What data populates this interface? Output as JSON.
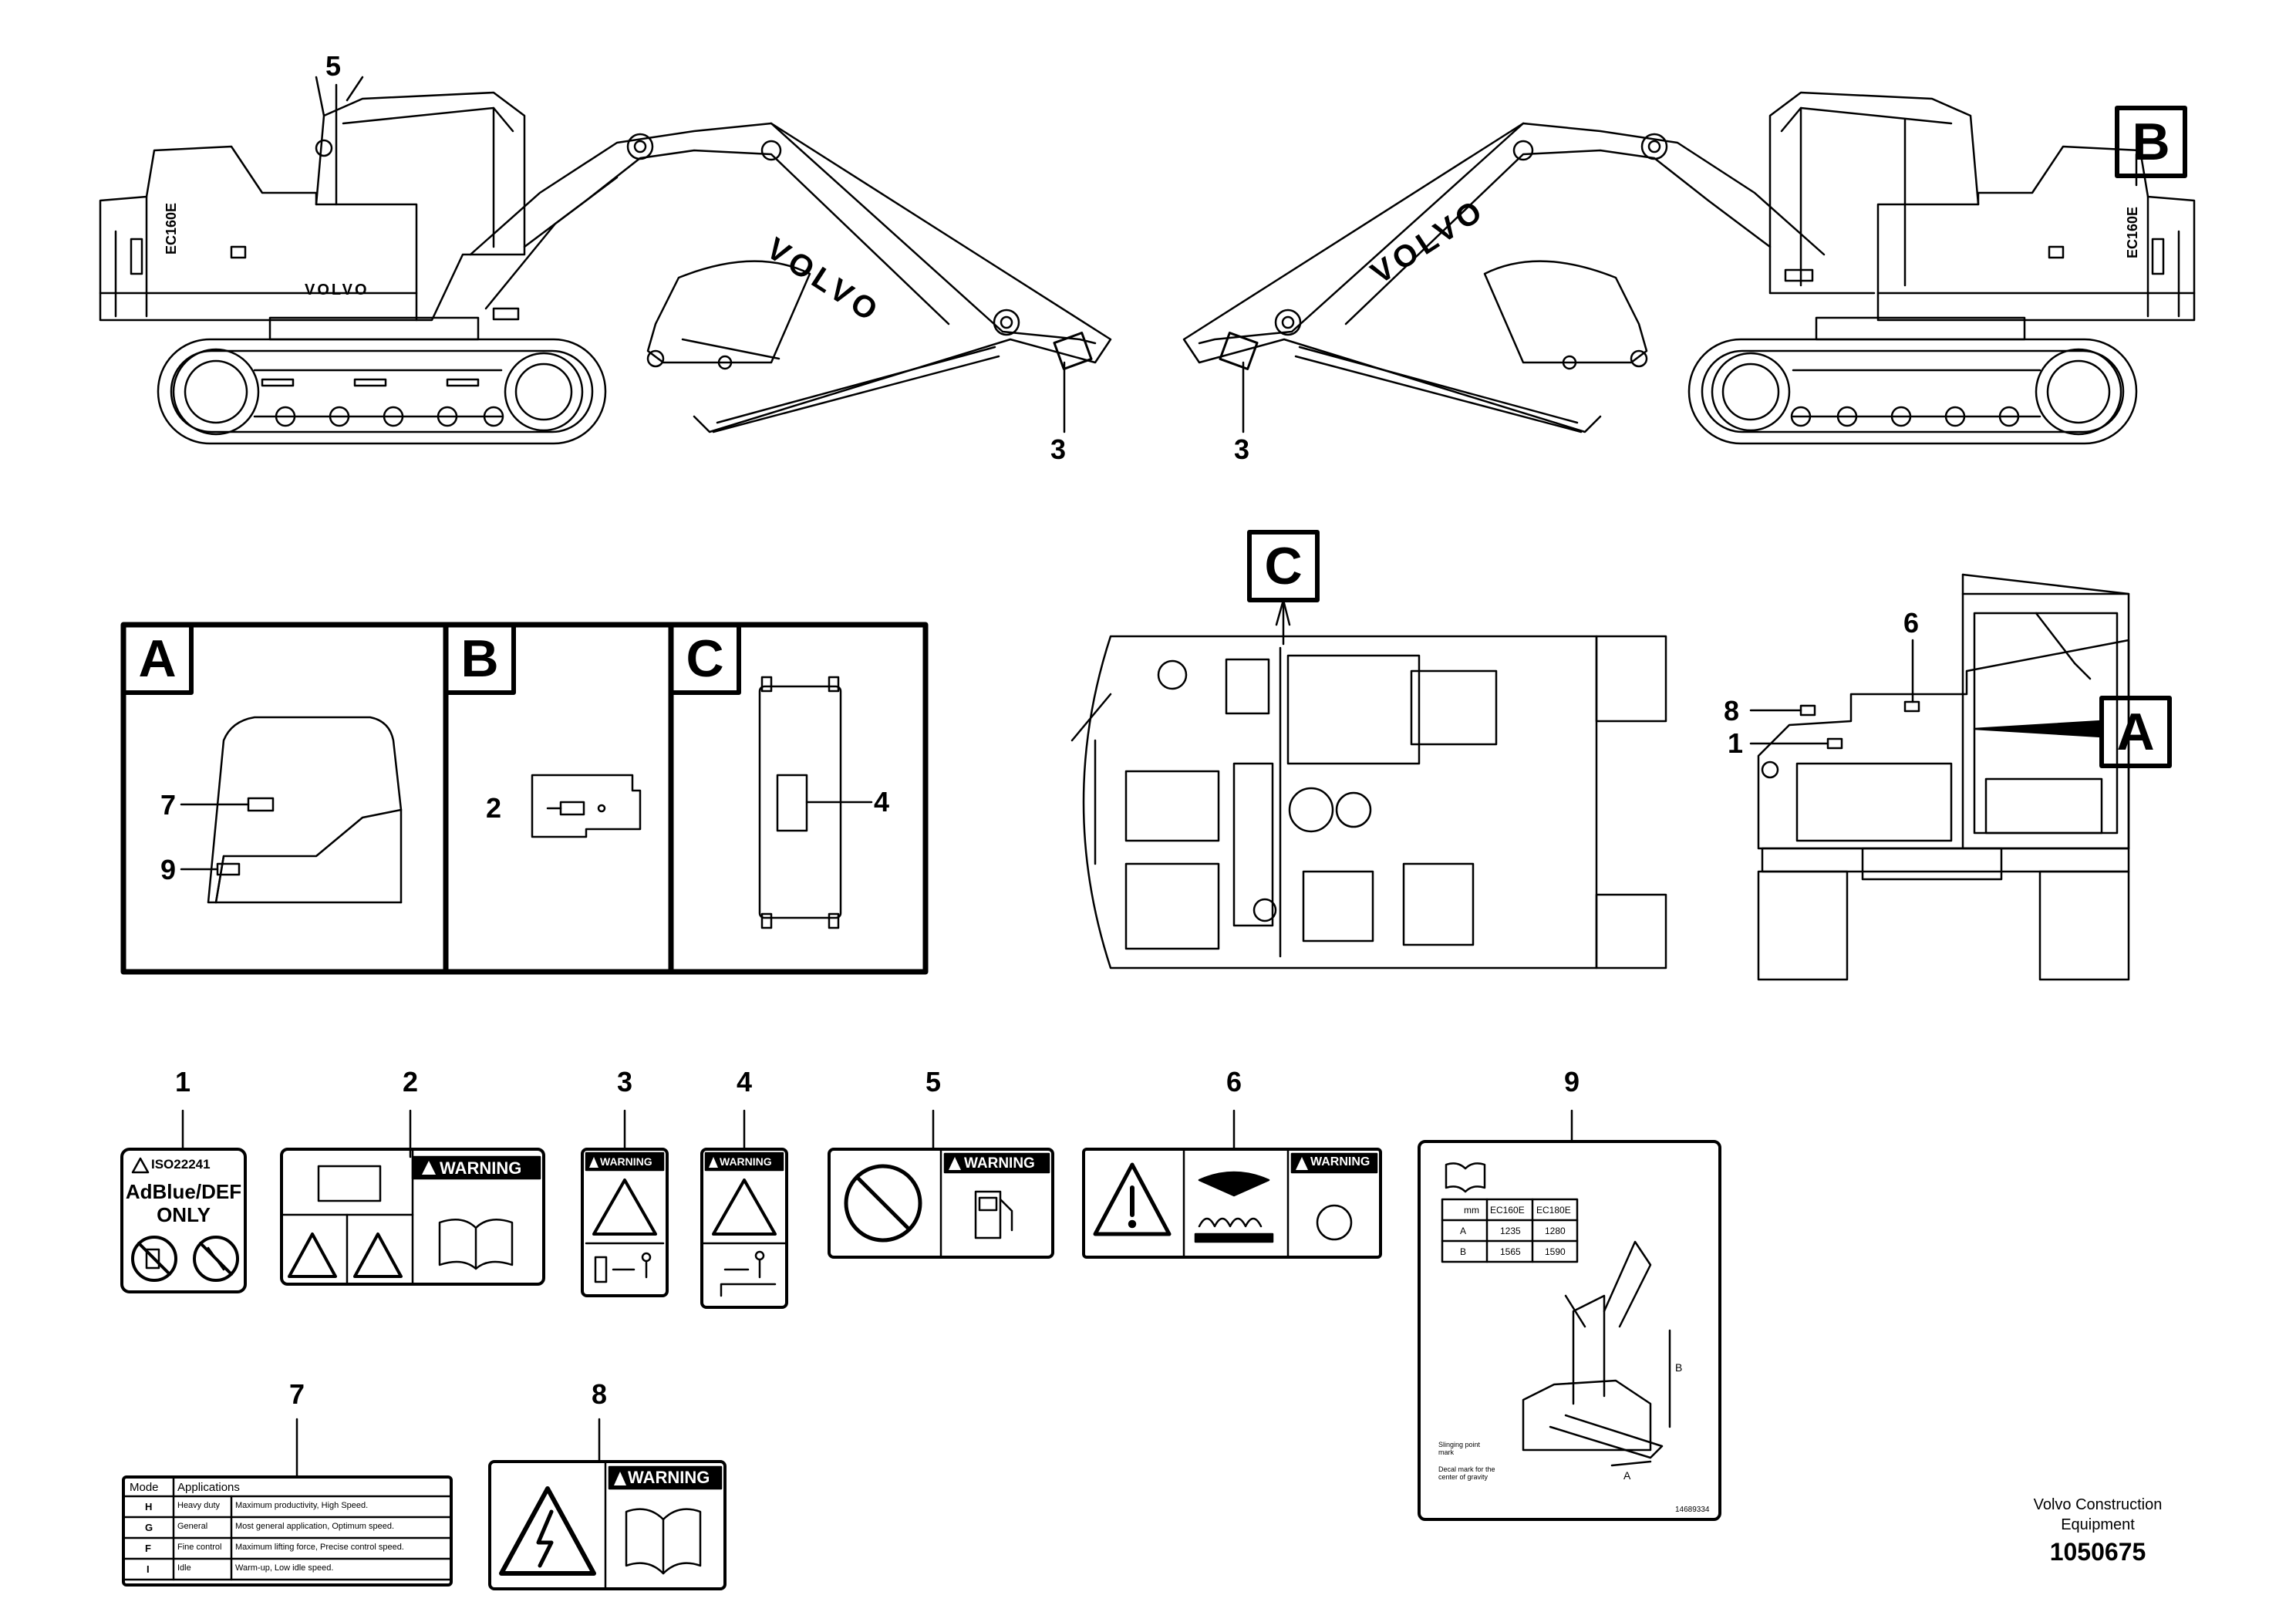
{
  "callouts": {
    "c5_top": "5",
    "c3_left": "3",
    "c3_right": "3",
    "c6": "6",
    "c8": "8",
    "c1": "1",
    "c7_detail": "7",
    "c9_detail": "9",
    "c2_detail": "2",
    "c4_detail": "4"
  },
  "views": {
    "B_top": "B",
    "C_top": "C",
    "A_side": "A",
    "detail_A": "A",
    "detail_B": "B",
    "detail_C": "C"
  },
  "machine": {
    "brand": "VOLVO",
    "model_badge": "EC160E"
  },
  "decal_numbers": [
    "1",
    "2",
    "3",
    "4",
    "5",
    "6",
    "7",
    "8",
    "9"
  ],
  "decal1": {
    "code": "ISO22241",
    "line1": "AdBlue/DEF",
    "line2": "ONLY"
  },
  "warning_word": "WARNING",
  "decal7": {
    "headers": [
      "Mode",
      "Applications"
    ],
    "rows": [
      [
        "H",
        "Heavy duty",
        "Maximum productivity, High Speed."
      ],
      [
        "G",
        "General",
        "Most general application, Optimum speed."
      ],
      [
        "F",
        "Fine control",
        "Maximum lifting force, Precise control speed."
      ],
      [
        "I",
        "Idle",
        "Warm-up, Low idle speed."
      ]
    ]
  },
  "decal9": {
    "headers": [
      "mm",
      "EC160E",
      "EC180E"
    ],
    "rows": [
      [
        "A",
        "1235",
        "1280"
      ],
      [
        "B",
        "1565",
        "1590"
      ]
    ],
    "note1": "Slinging point mark",
    "note2": "Decal mark for the center of gravity",
    "dim_a": "A",
    "dim_b": "B",
    "part_no": "14689334"
  },
  "footer": {
    "company_line1": "Volvo Construction",
    "company_line2": "Equipment",
    "figure_no": "1050675"
  }
}
